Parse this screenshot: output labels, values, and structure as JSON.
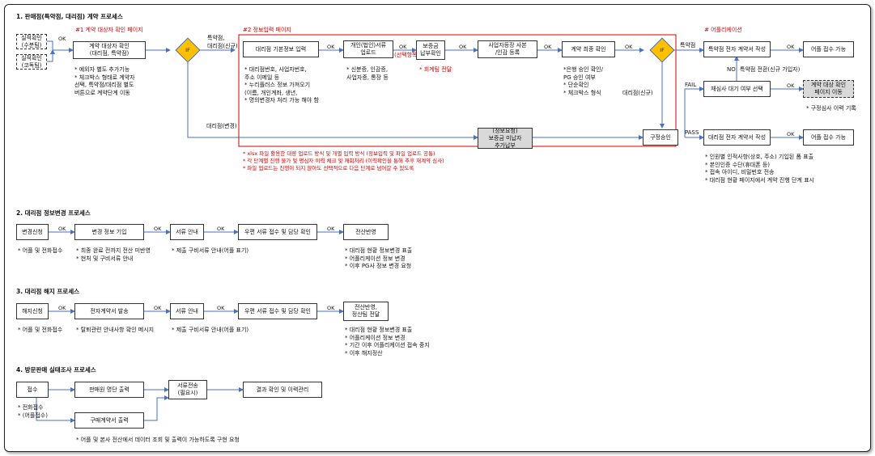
{
  "sections": {
    "s1": "1. 판매점(특약점, 대리점) 계약 프로세스",
    "s2": "2. 대리점 정보변경 프로세스",
    "s3": "3. 대리점 해지 프로세스",
    "s4": "4. 방문판매 실태조사 프로세스"
  },
  "page_labels": {
    "p1": "#1 계약 대상자 확인 페이지",
    "p2": "#2 정보입력 페이지",
    "p4": "# 어플리케이션"
  },
  "p1": {
    "box_a": "실적확인\n(수분팀)",
    "box_b": "실적확인\n(코독팀)",
    "confirm": "계약 대상자 확인\n(대리점, 특약점)",
    "notes": "* 예외자 별도 추가기능\n* 체크박스 형태로 계약자\n선택, 특약점/대리점 별도\n버튼으로 계약단계 이동",
    "if": "IF",
    "branch_top": "특약점,\n대리점(신규)",
    "branch_bottom": "대리점(변경)"
  },
  "p2": {
    "b1": "대리점 기본정보 입력",
    "b2": "개인(법인)서류\n업로드",
    "b3": "보증금\n납부확인",
    "b3_sub": "(선택항목)",
    "b4": "사업자등장 사본\n/인감 등록",
    "b5": "계약 최종 확인",
    "if": "IF",
    "notes1": "* 대리점번호, 사업자번호,\n주소 이메일 등\n* 누리플러스 정보 가져오기\n(이름, 개인계좌, 생년,\n* 명의변경자 처리 가능 해야 함",
    "notes2": "* 신분증, 인감증,\n사업자증, 통장 등",
    "notes3": "* 회계팀 전달",
    "notes5": "*은행 승인 확인/\nPG 승인 여부\n* 단순확인\n* 체크박스 형식",
    "branch_if": "대리점(신규)",
    "mid_box": "(정보요청)\n보증금 미납자\n추가납부",
    "red_notes": "* xlsx 파일 활용한 대량 업로드 방식 및 개별 입력 방식 (정보입력 및 파일 업로드 공통)\n* 각 단계별 진행 불가 및 명심자 이력 체크 및 재회처리 (이력확인을 통해 추후 재계약 심사)\n* 파일 업로드는 진행이 되지 않아도 선택적으로 다음 단계로 넘어갈 수 있도록",
    "review": "구정승인"
  },
  "p4": {
    "branch_top": "특약점",
    "e1": "특약점 전자 계약서 작성",
    "e1_done": "어플 접수 가능",
    "no": "NO",
    "no_note": "특약점 전환(신규 가입자)",
    "fail": "FAIL",
    "e2": "재심사 대기 여부 선택",
    "e2_done": "계약 대상 확인\n페이지 이동",
    "e2_note": "* 구정심사 이력 기록",
    "pass": "PASS",
    "e3": "대리점 전자 계약서 작성",
    "e3_done": "어플 접수 가능",
    "e3_notes": "* 인원별 인적사항(상호, 주소) 기입된 폼 표출\n* 본인인증 수단(휴대폰 등)\n* 접속 아이디, 비밀번호 전송\n* 대리점 현황 페이지에서 계약 진행 단계 표시"
  },
  "s2": {
    "b1": "변경신청",
    "b2": "변경 정보 기입",
    "b3": "서류 안내",
    "b4": "우편 서류 접수 및 담당 확인",
    "b5": "전산반영",
    "n1": "* 어플 및 전화접수",
    "n2": "* 최종 완료 전까지 전산 미반영\n* 현처 및 구비서류 안내",
    "n3": "* 제출 구비서류 안내(어플 표기)",
    "n5": "* 대리점 현황 정보변경 표출\n* 어플리케이션 정보 변경\n* 이후 PG사 정보 변경 요청"
  },
  "s3": {
    "b1": "해지신청",
    "b2": "전자계약서 발송",
    "b3": "서류 안내",
    "b4": "우편 서류 접수 및 담당 확인",
    "b5": "전산반영,\n정산팀 전달",
    "n1": "* 어플 및 전화접수",
    "n2": "* 탈퇴관련 안내사항 확인 메시지",
    "n3": "* 제출 구비서류 안내(어플 표기)",
    "n5": "* 대리점 현황 정보변경 표출\n* 어플리케이션 정보 변경\n* 기간 이후 어플리케이션 접속 중지\n* 이후 해지정산"
  },
  "s4": {
    "b1": "접수",
    "b2": "판매원 명단 출력",
    "b3": "구매계약서 출력",
    "b4": "서류전송\n(필요시)",
    "b5": "결과 확인 및 이력관리",
    "n1": "* 전화접수\n* (어플접수)",
    "foot": "* 어플 및 본사 전산에서 데이터 조회 및 출력이 가능하도록 구현 요청"
  },
  "ok": "OK",
  "colors": {
    "arrow": "#4472c4",
    "red": "#d00000",
    "diamond": "#ffc000"
  }
}
